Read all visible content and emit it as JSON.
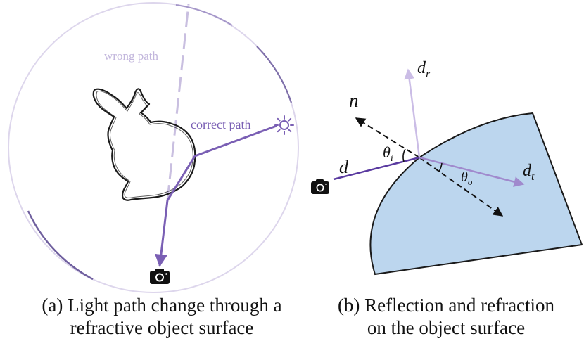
{
  "colors": {
    "circle_light": "#d9d2ea",
    "circle_dark": "#7b6aa8",
    "correct_path": "#7a5fb4",
    "wrong_path": "#c9bfe0",
    "correct_path_label": "#7a5fb4",
    "wrong_path_label": "#c2b6dc",
    "object_fill": "#bcd6ee",
    "object_stroke": "#1a1a1a",
    "incident_ray": "#5a3aa0",
    "reflected_ray": "#cbbde6",
    "refracted_ray": "#a08acd",
    "normal": "#111111",
    "text": "#111111"
  },
  "panel_a": {
    "wrong_path_label": "wrong path",
    "correct_path_label": "correct path",
    "light_icon": "sun-icon",
    "camera_icon": "camera-icon",
    "object_icon": "bunny-outline-icon"
  },
  "panel_b": {
    "normal_label": "n",
    "reflected_label_base": "d",
    "reflected_label_sub": "r",
    "incident_label": "d",
    "refracted_label_base": "d",
    "refracted_label_sub": "t",
    "theta_i_base": "θ",
    "theta_i_sub": "i",
    "theta_o_base": "θ",
    "theta_o_sub": "o",
    "camera_icon": "camera-icon"
  },
  "captions": {
    "a_line1": "(a) Light path change through a",
    "a_line2": "refractive object surface",
    "b_line1": "(b) Reflection and refraction",
    "b_line2": "on the object surface"
  }
}
